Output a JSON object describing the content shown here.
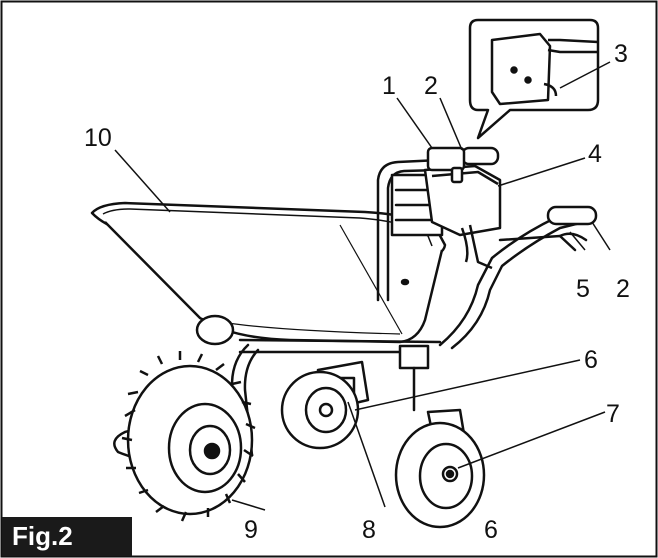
{
  "figure": {
    "label": "Fig.2"
  },
  "callouts": [
    "1",
    "2",
    "3",
    "4",
    "2",
    "5",
    "10",
    "6",
    "7",
    "9",
    "8",
    "6"
  ],
  "colors": {
    "ink": "#111111",
    "label_bg": "#1a1a1a",
    "label_text": "#ffffff",
    "background": "#ffffff"
  }
}
